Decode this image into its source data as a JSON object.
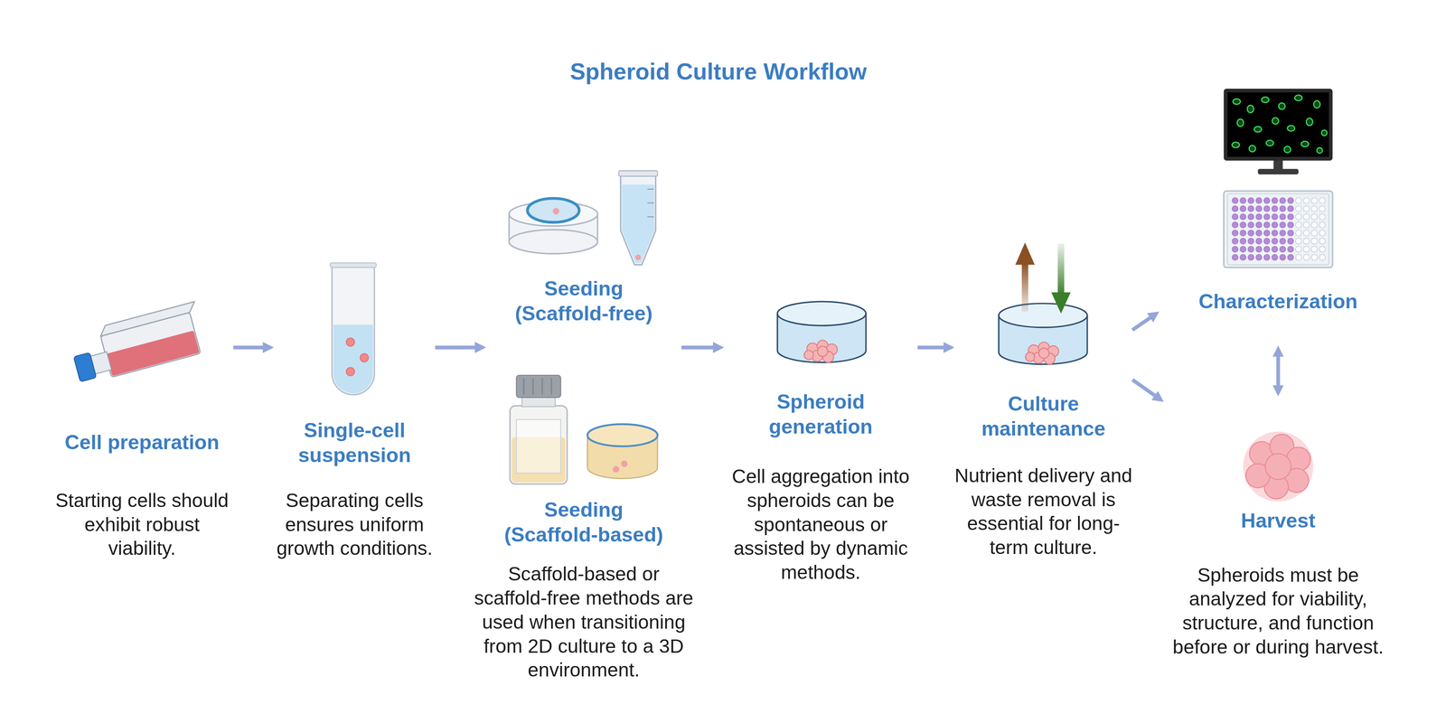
{
  "diagram": {
    "title": "Spheroid Culture Workflow",
    "nodes": [
      {
        "text": [
          "Cell preparation",
          "Starting cells should exhibit robust viability."
        ]
      },
      {
        "text": [
          "Single-cell suspension",
          "Separating cells ensures uniform growth conditions."
        ]
      },
      {
        "text": [
          "Seeding (Scaffold-free)"
        ]
      },
      {
        "text": [
          "Seeding (Scaffold-based)",
          "Scaffold-based or scaffold-free methods are used when transitioning from 2D culture to a 3D environment."
        ]
      },
      {
        "text": [
          "Spheroid generation",
          "Cell aggregation into spheroids can be spontaneous or assisted by dynamic methods."
        ]
      },
      {
        "text": [
          "Culture maintenance",
          "Nutrient delivery and waste removal is essential for long-term culture."
        ]
      },
      {
        "text": [
          "Characterization"
        ]
      },
      {
        "text": [
          "Harvest",
          "Spheroids must be analyzed for viability, structure, and function before or during harvest."
        ]
      }
    ],
    "edges": [
      {
        "from": 0,
        "to": 1,
        "arrow": "to"
      },
      {
        "from": 1,
        "to": 2,
        "arrow": "to"
      },
      {
        "from": 1,
        "to": 3,
        "arrow": "to"
      },
      {
        "from": 2,
        "to": 4,
        "arrow": "to"
      },
      {
        "from": 3,
        "to": 4,
        "arrow": "to"
      },
      {
        "from": 4,
        "to": 5,
        "arrow": "to"
      },
      {
        "from": 5,
        "to": 6,
        "arrow": "to"
      },
      {
        "from": 5,
        "to": 7,
        "arrow": "to"
      },
      {
        "from": 6,
        "to": 7,
        "arrow": "both"
      }
    ]
  }
}
